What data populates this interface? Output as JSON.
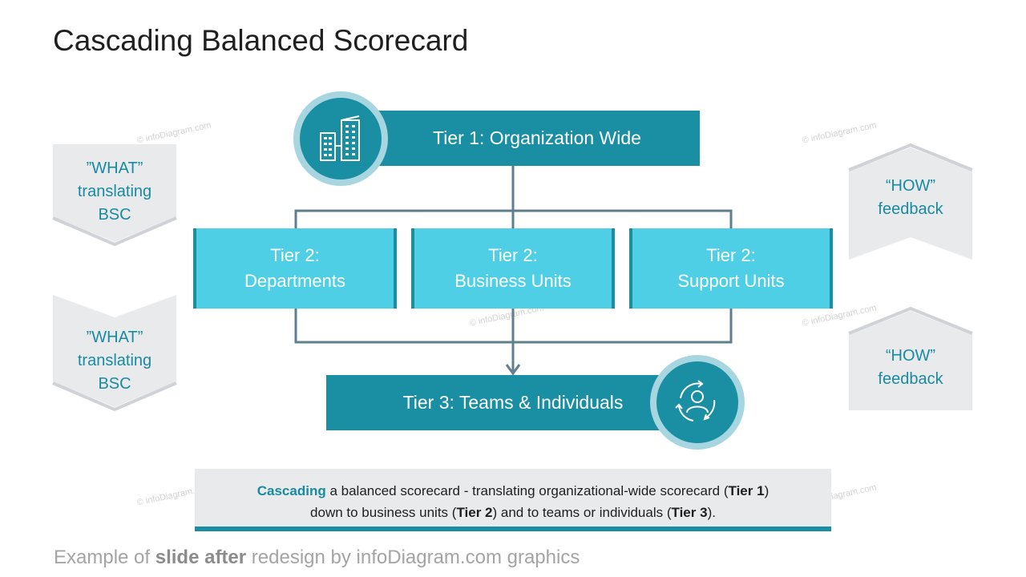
{
  "title": "Cascading Balanced Scorecard",
  "watermark": "© infoDiagram.com",
  "left_chevrons": [
    {
      "lines": [
        "”WHAT”",
        "translating",
        "BSC"
      ]
    },
    {
      "lines": [
        "”WHAT”",
        "translating",
        "BSC"
      ]
    }
  ],
  "right_chevrons": [
    {
      "lines": [
        "“HOW”",
        "feedback"
      ]
    },
    {
      "lines": [
        "“HOW”",
        "feedback"
      ]
    }
  ],
  "tier1": {
    "label": "Tier 1: Organization Wide",
    "icon": "office-buildings-icon"
  },
  "tier2": [
    {
      "line1": "Tier 2:",
      "line2": "Departments"
    },
    {
      "line1": "Tier 2:",
      "line2": "Business Units"
    },
    {
      "line1": "Tier 2:",
      "line2": "Support Units"
    }
  ],
  "tier3": {
    "label": "Tier 3: Teams & Individuals",
    "icon": "person-cycle-icon"
  },
  "description": {
    "lead": "Cascading",
    "part1": " a balanced scorecard - translating organizational-wide scorecard (",
    "t1": "Tier 1",
    "part2": ")",
    "part3": "down to business units (",
    "t2": "Tier 2",
    "part4": ") and to teams or individuals (",
    "t3": "Tier 3",
    "part5": ")."
  },
  "footer": {
    "pre": "Example of ",
    "bold": "slide after",
    "post": " redesign by infoDiagram.com graphics"
  },
  "colors": {
    "dark_teal": "#1a8fa3",
    "light_cyan": "#4ecfe5",
    "chevron_gray": "#e8eaec",
    "accent_text": "#1a8aa0"
  }
}
